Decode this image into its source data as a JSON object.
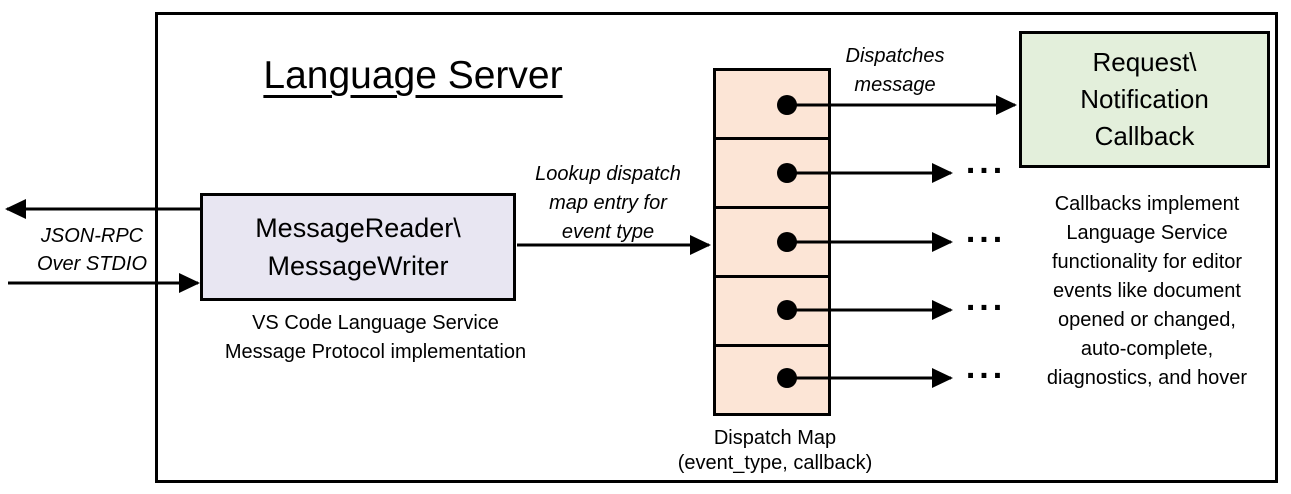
{
  "title": "Language Server",
  "io": {
    "label_line1": "JSON-RPC",
    "label_line2": "Over STDIO"
  },
  "reader": {
    "line1": "MessageReader\\",
    "line2": "MessageWriter",
    "caption1": "VS Code Language Service",
    "caption2": "Message Protocol implementation"
  },
  "lookup": {
    "line1": "Lookup dispatch",
    "line2": "map entry for",
    "line3": "event type"
  },
  "dispatches": {
    "line1": "Dispatches",
    "line2": "message"
  },
  "dispatch_map": {
    "label1": "Dispatch Map",
    "label2": "(event_type, callback)",
    "rows": 5,
    "ellipsis": "..."
  },
  "callback": {
    "line1": "Request\\",
    "line2": "Notification",
    "line3": "Callback"
  },
  "note": [
    "Callbacks implement",
    "Language Service",
    "functionality for editor",
    "events like document",
    "opened or changed,",
    "auto-complete,",
    "diagnostics, and hover"
  ],
  "colors": {
    "reader_fill": "#E8E6F2",
    "dispatch_map_fill": "#FCE5D6",
    "callback_fill": "#E3EFDB",
    "line": "#000000"
  }
}
